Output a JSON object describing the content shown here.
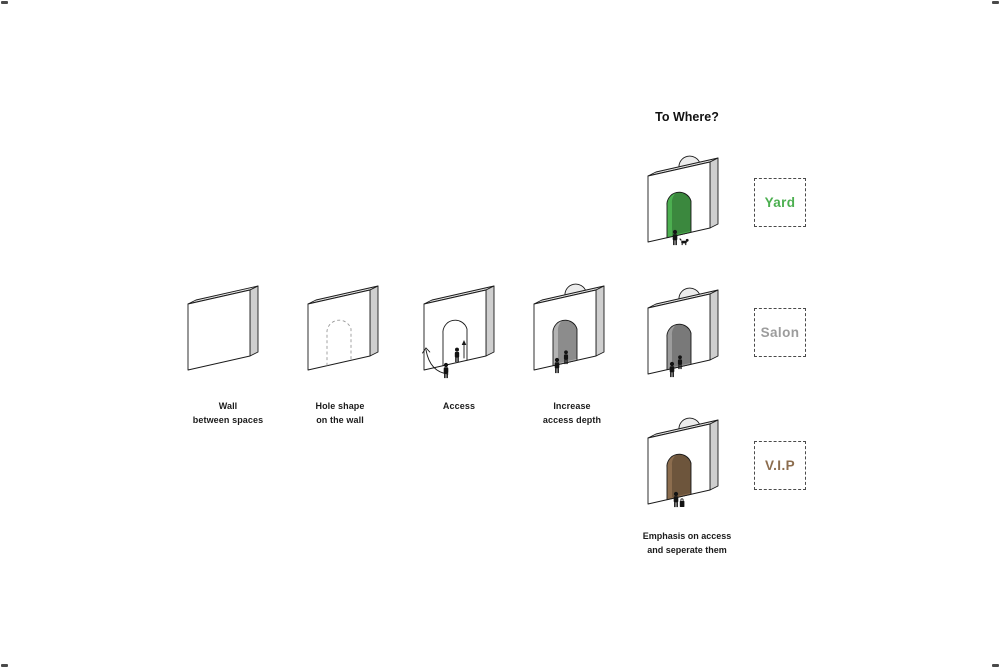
{
  "title": "To Where?",
  "steps": [
    {
      "label": "Wall\nbetween spaces"
    },
    {
      "label": "Hole shape\non the wall"
    },
    {
      "label": "Access"
    },
    {
      "label": "Increase\naccess depth"
    }
  ],
  "destinations": [
    {
      "label": "Yard",
      "color": "#4CAF50"
    },
    {
      "label": "Salon",
      "color": "#9C9C9C"
    },
    {
      "label": "V.I.P",
      "color": "#8C6D4E"
    }
  ],
  "caption": "Emphasis on access\nand seperate them"
}
